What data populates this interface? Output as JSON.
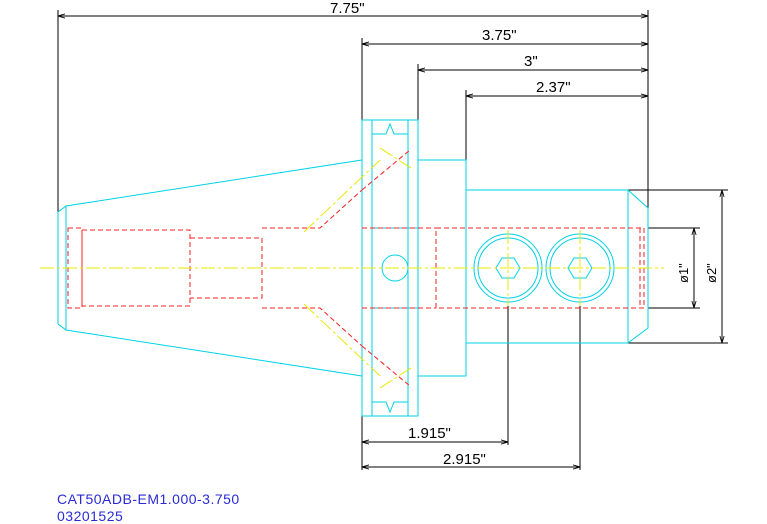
{
  "dimensions": {
    "overall_length": "7.75\"",
    "length_3_75": "3.75\"",
    "length_3": "3\"",
    "length_2_37": "2.37\"",
    "length_1_915": "1.915\"",
    "length_2_915": "2.915\"",
    "dia_small": "ø1\"",
    "dia_large": "ø2\""
  },
  "caption": {
    "part_number": "CAT50ADB-EM1.000-3.750",
    "code": "03201525"
  },
  "colors": {
    "outline": "#00d2e6",
    "hidden": "#ff2020",
    "centerline": "#e8e800",
    "dimension": "#000000",
    "caption": "#2b2bd6"
  }
}
